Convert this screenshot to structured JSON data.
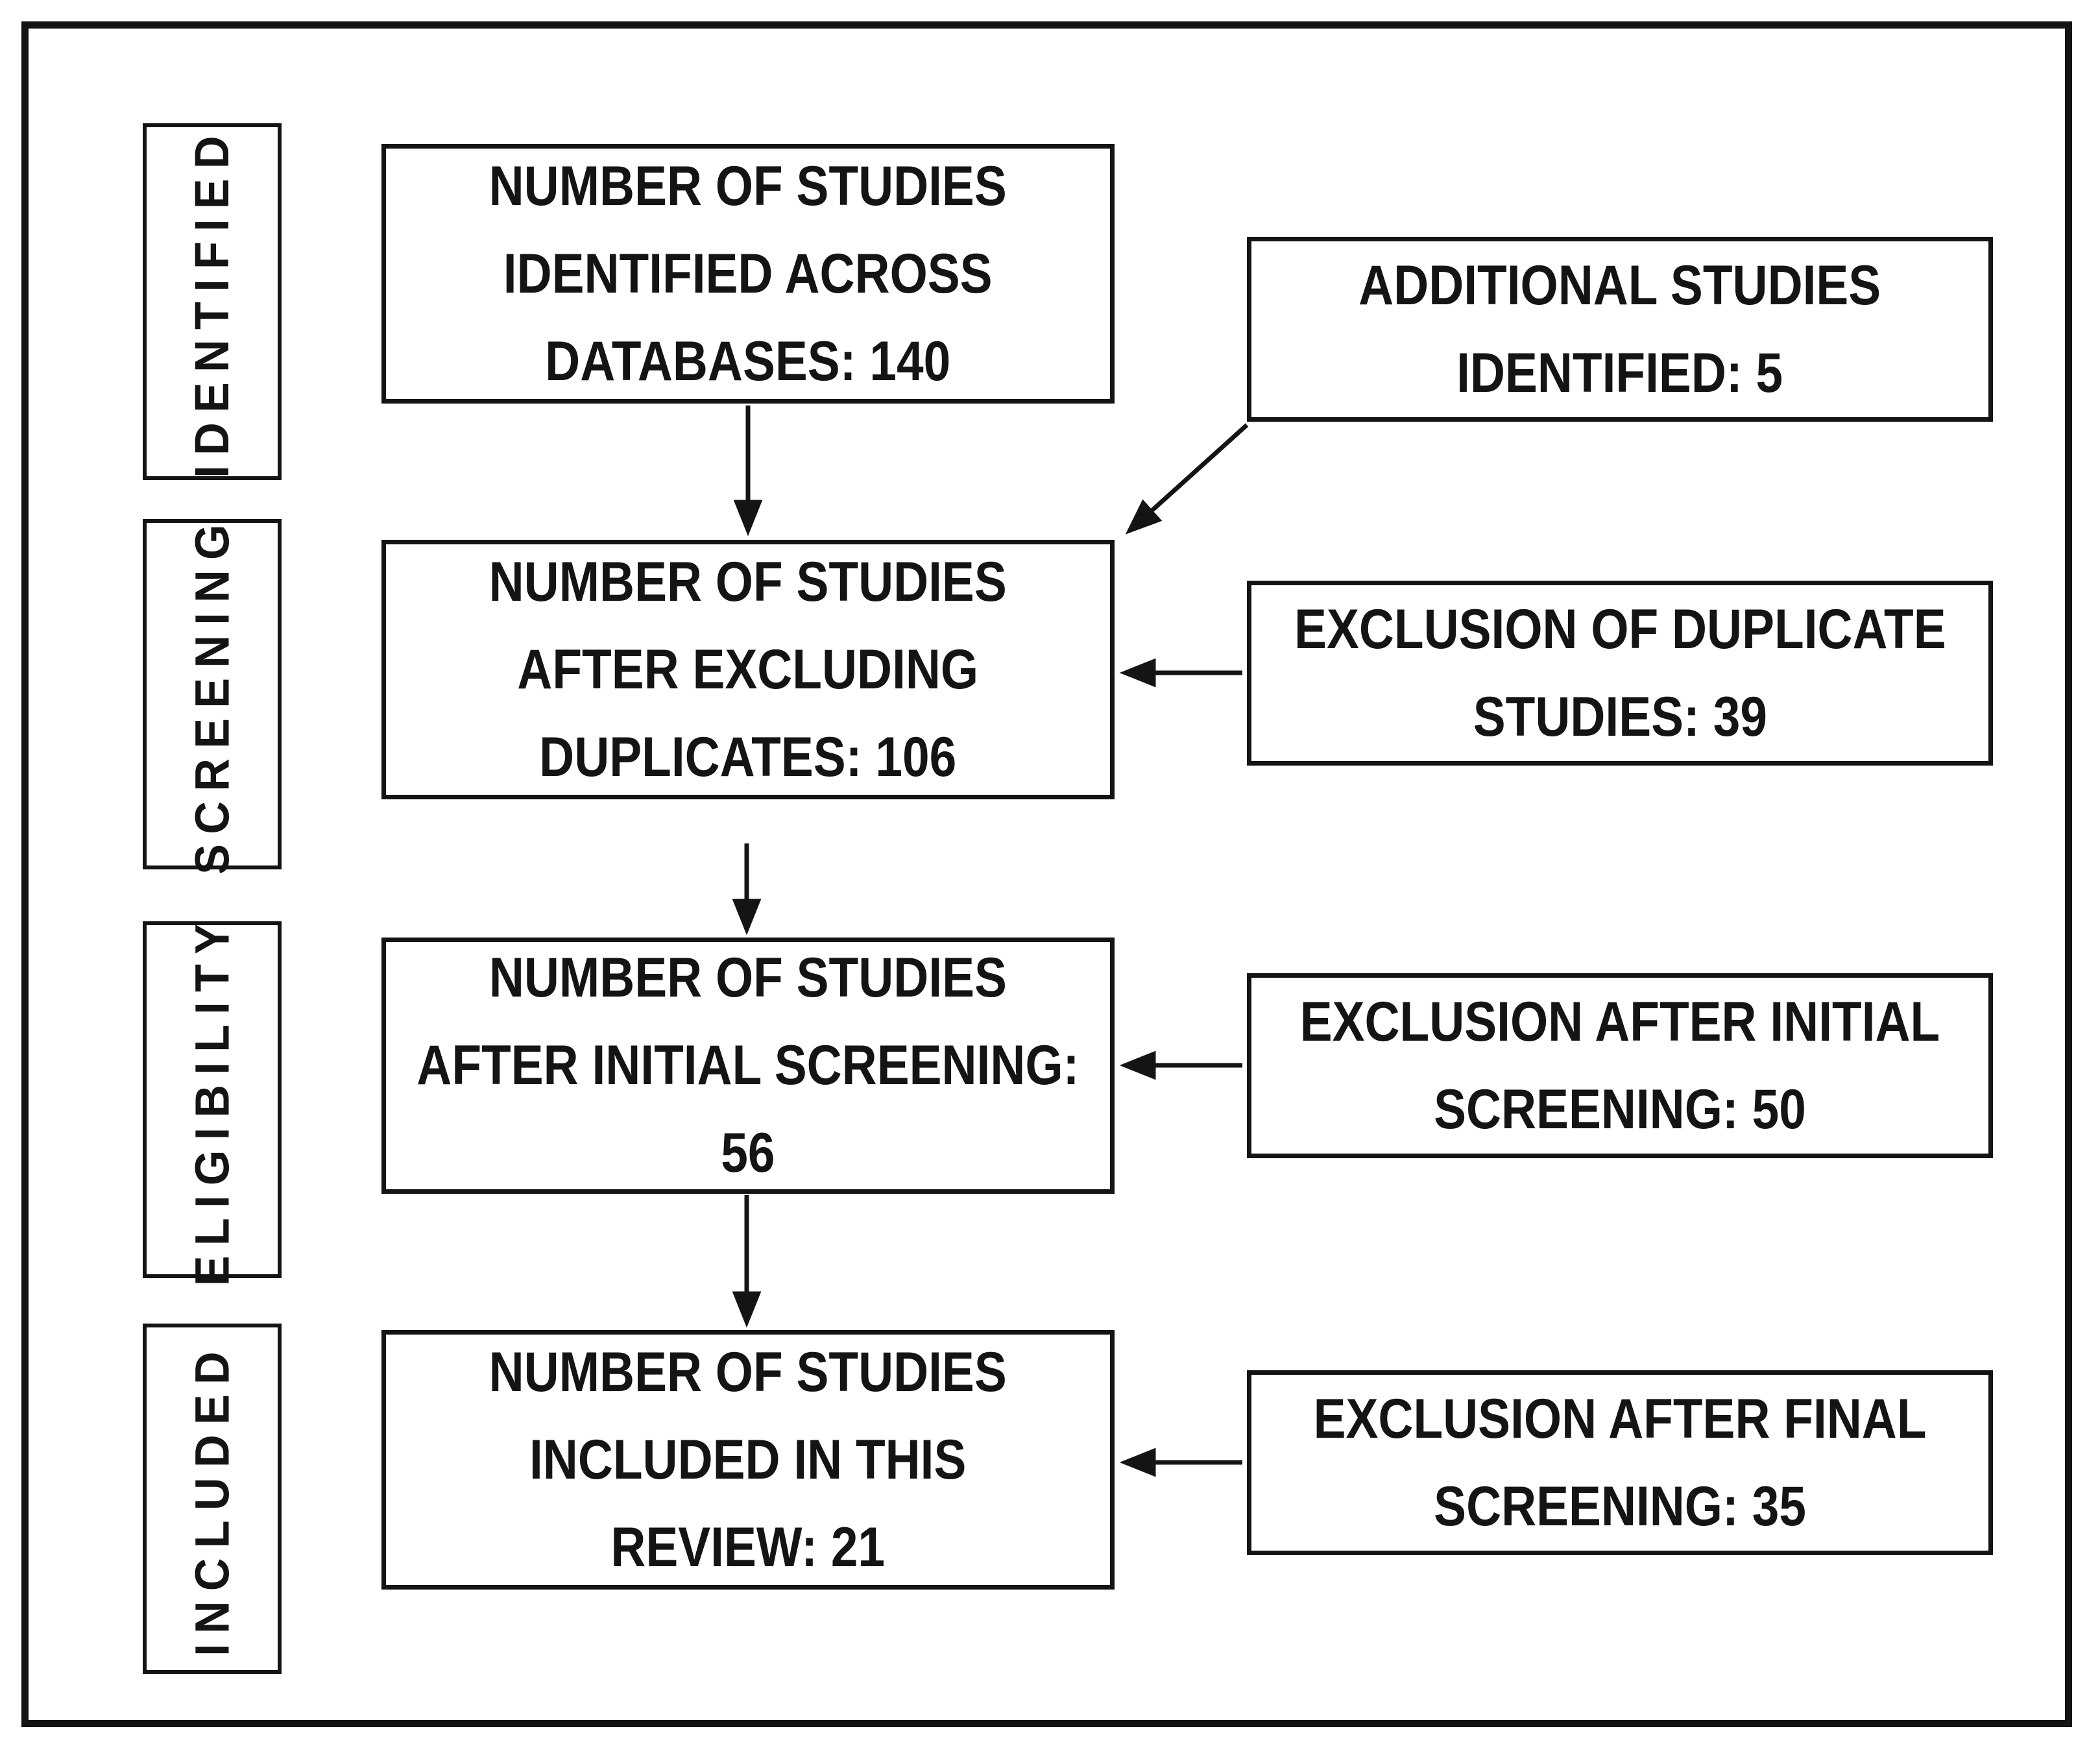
{
  "figure": {
    "type": "study-selection-flow-diagram",
    "colors": {
      "ink": "#141414",
      "background": "#ffffff"
    },
    "stages": [
      {
        "label": "IDENTIFIED"
      },
      {
        "label": "SCREENING"
      },
      {
        "label": "ELIGIBILITY"
      },
      {
        "label": "INCLUDED"
      }
    ],
    "main_boxes": [
      {
        "lines": [
          "NUMBER OF STUDIES",
          "IDENTIFIED ACROSS",
          "DATABASES: 140"
        ],
        "count": 140
      },
      {
        "lines": [
          "NUMBER OF STUDIES",
          "AFTER EXCLUDING",
          "DUPLICATES: 106"
        ],
        "count": 106
      },
      {
        "lines": [
          "NUMBER OF STUDIES",
          "AFTER INITIAL SCREENING:",
          "56"
        ],
        "count": 56
      },
      {
        "lines": [
          "NUMBER OF STUDIES",
          "INCLUDED IN THIS",
          "REVIEW: 21"
        ],
        "count": 21
      }
    ],
    "side_boxes": [
      {
        "lines": [
          "ADDITIONAL STUDIES",
          "IDENTIFIED: 5"
        ],
        "count": 5
      },
      {
        "lines": [
          "EXCLUSION OF DUPLICATE",
          "STUDIES: 39"
        ],
        "count": 39
      },
      {
        "lines": [
          "EXCLUSION AFTER INITIAL",
          "SCREENING: 50"
        ],
        "count": 50
      },
      {
        "lines": [
          "EXCLUSION AFTER FINAL",
          "SCREENING: 35"
        ],
        "count": 35
      }
    ]
  }
}
